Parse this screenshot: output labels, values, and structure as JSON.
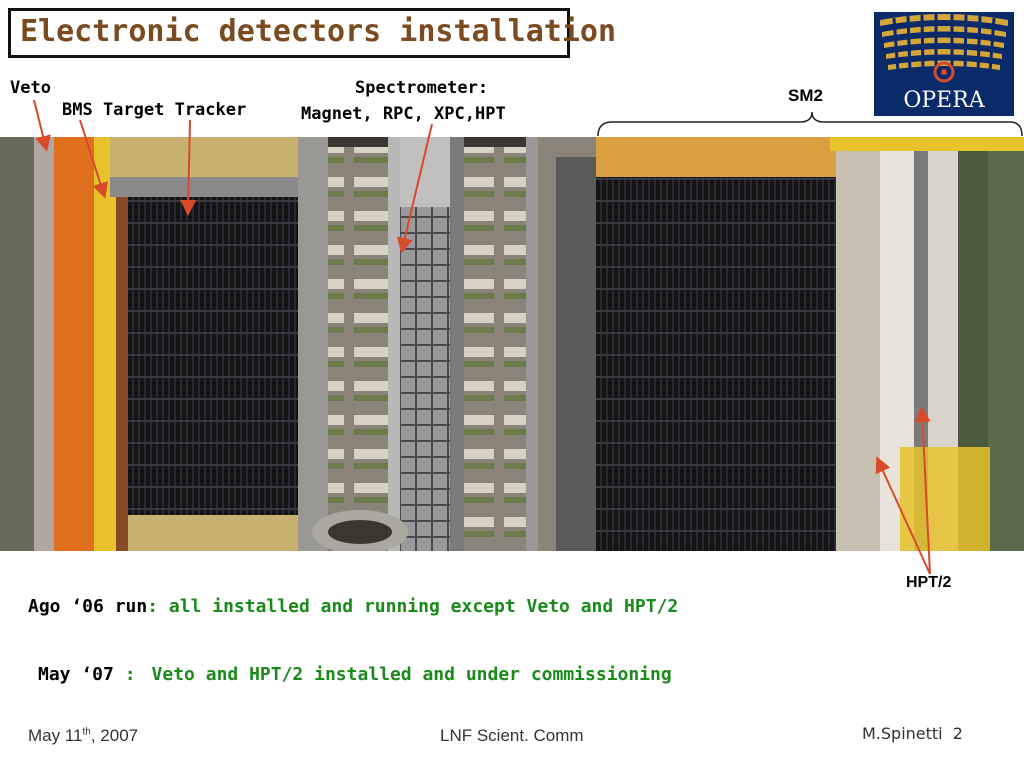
{
  "slide": {
    "title": "Electronic detectors installation",
    "logo_text": "OPERA"
  },
  "labels": {
    "veto": "Veto",
    "bms": "BMS Target Tracker",
    "spectrometer_line1": "Spectrometer:",
    "spectrometer_line2": "Magnet, RPC, XPC,HPT",
    "sm2": "SM2",
    "hpt2": "HPT/2"
  },
  "runs": [
    {
      "key": "Ago ‘06 run",
      "sep": ":",
      "text": " all installed and running except Veto and HPT/2"
    },
    {
      "key": "May ‘07",
      "sep": " :",
      "text": "Veto and HPT/2 installed and under commissioning"
    }
  ],
  "footer": {
    "date_prefix": "May 11",
    "date_sup": "th",
    "date_suffix": ", 2007",
    "center": "LNF Scient. Comm",
    "author": "M.Spinetti",
    "page": "2"
  },
  "colors": {
    "title": "#7a4a20",
    "highlight_green": "#1a8a1a",
    "arrow": "#d94a2a",
    "logo_bg": "#0a2a6a"
  }
}
